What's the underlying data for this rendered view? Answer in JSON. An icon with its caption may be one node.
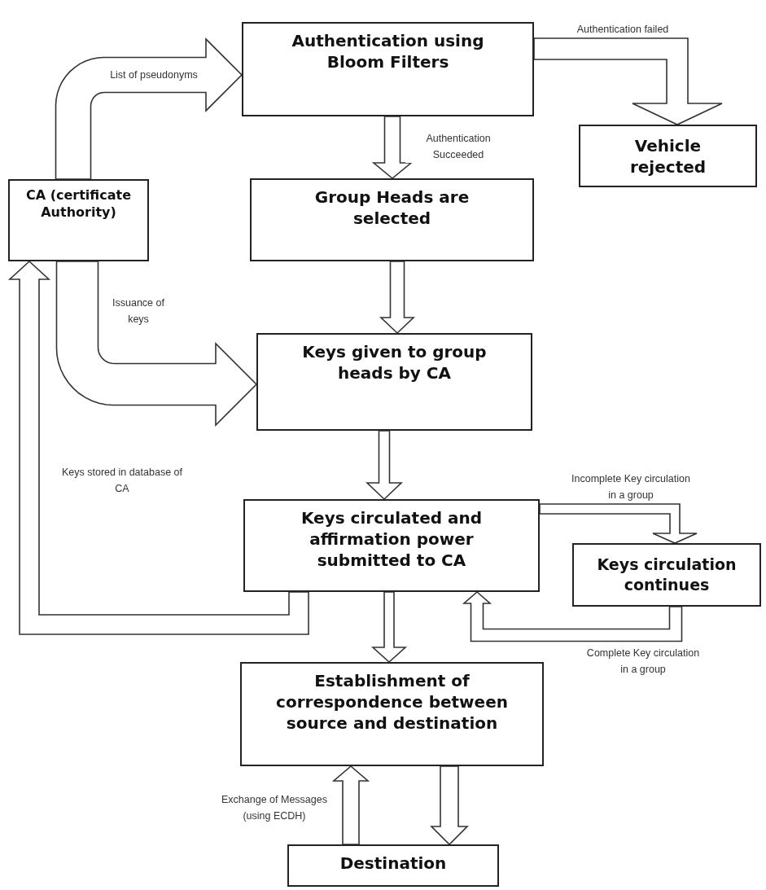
{
  "diagram": {
    "nodes": [
      {
        "text": [
          "Authentication using Bloom Filters"
        ]
      },
      {
        "text": [
          "Vehicle rejected"
        ]
      },
      {
        "text": [
          "CA (certificate Authority)"
        ]
      },
      {
        "text": [
          "Group Heads are selected"
        ]
      },
      {
        "text": [
          "Keys given to group heads by CA"
        ]
      },
      {
        "text": [
          "Keys circulated and affirmation power submitted to CA"
        ]
      },
      {
        "text": [
          "Keys circulation continues"
        ]
      },
      {
        "text": [
          "Establishment of correspondence between source and destination"
        ]
      },
      {
        "text": [
          "Destination"
        ]
      }
    ],
    "edges": [
      {
        "from": 2,
        "to": 0,
        "arrow": "to",
        "label": "List of pseudonyms"
      },
      {
        "from": 0,
        "to": 1,
        "arrow": "to",
        "label": "Authentication failed"
      },
      {
        "from": 0,
        "to": 3,
        "arrow": "to",
        "label": "Authentication Succeeded"
      },
      {
        "from": 3,
        "to": 4,
        "arrow": "to"
      },
      {
        "from": 2,
        "to": 4,
        "arrow": "to",
        "label": "Issuance of keys"
      },
      {
        "from": 4,
        "to": 5,
        "arrow": "to"
      },
      {
        "from": 5,
        "to": 2,
        "arrow": "to",
        "label": "Keys stored in database of CA"
      },
      {
        "from": 5,
        "to": 6,
        "arrow": "to",
        "label": "Incomplete Key circulation in a group"
      },
      {
        "from": 6,
        "to": 5,
        "arrow": "to",
        "label": "Complete Key circulation in a group"
      },
      {
        "from": 5,
        "to": 7,
        "arrow": "to"
      },
      {
        "from": 8,
        "to": 7,
        "arrow": "to",
        "label": "Exchange of Messages (using ECDH)"
      },
      {
        "from": 7,
        "to": 8,
        "arrow": "to"
      }
    ]
  }
}
